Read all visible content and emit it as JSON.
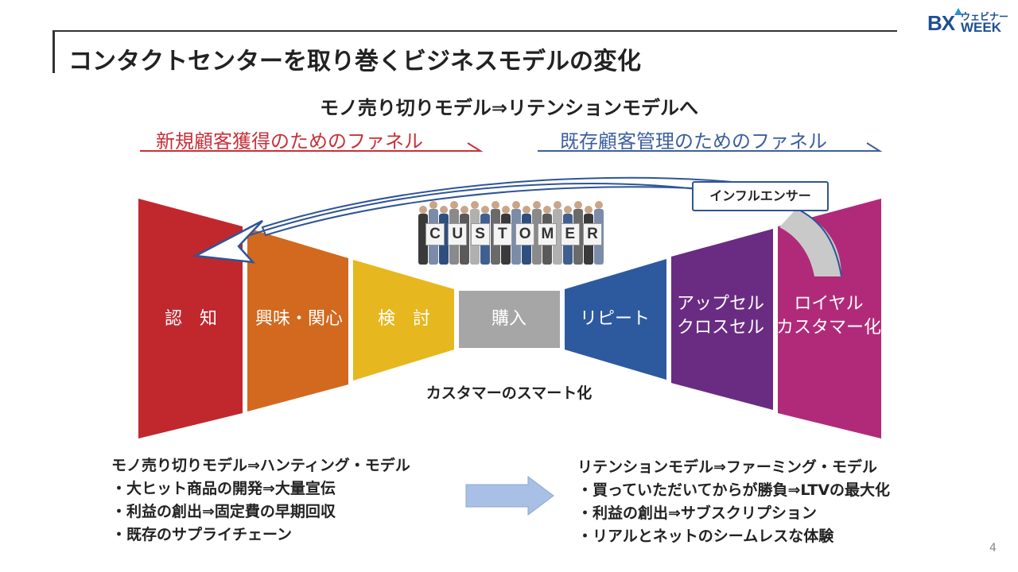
{
  "header": {
    "title": "コンタクトセンターを取り巻くビジネスモデルの変化",
    "logo_bx": "BX",
    "logo_kana": "ウェビナー",
    "logo_week": "WEEK"
  },
  "subtitle": "モノ売り切りモデル⇒リテンションモデルへ",
  "funnels": {
    "left_label": "新規顧客獲得のためのファネル",
    "right_label": "既存顧客管理のためのファネル"
  },
  "stages": [
    {
      "label": "認　知",
      "color": "#c0282d"
    },
    {
      "label": "興味・関心",
      "color": "#d2691e"
    },
    {
      "label": "検　討",
      "color": "#e6b71e"
    },
    {
      "label": "購入",
      "color": "#a6a6a6"
    },
    {
      "label": "リピート",
      "color": "#2d5a9e"
    },
    {
      "label": "アップセル\nクロスセル",
      "color": "#6a2c82"
    },
    {
      "label": "ロイヤル\nカスタマー化",
      "color": "#b12a7a"
    }
  ],
  "customer": {
    "letters": [
      "C",
      "U",
      "S",
      "T",
      "O",
      "M",
      "E",
      "R"
    ]
  },
  "influencer_label": "インフルエンサー",
  "smart_label": "カスタマーのスマート化",
  "left_notes": [
    "モノ売り切りモデル⇒ハンティング・モデル",
    "・大ヒット商品の開発⇒大量宣伝",
    "・利益の創出⇒固定費の早期回収",
    "・既存のサプライチェーン"
  ],
  "right_notes": [
    "リテンションモデル⇒ファーミング・モデル",
    "・買っていただいてからが勝負⇒LTVの最大化",
    "・利益の創出⇒サブスクリプション",
    "・リアルとネットのシームレスな体験"
  ],
  "page_number": "4",
  "colors": {
    "left_underline": "#c8313a",
    "right_underline": "#3d5f9e",
    "arrow_blue": "#2f5597",
    "arrow_gray": "#c9c9c9",
    "transition_arrow": "#a9c0e6"
  }
}
